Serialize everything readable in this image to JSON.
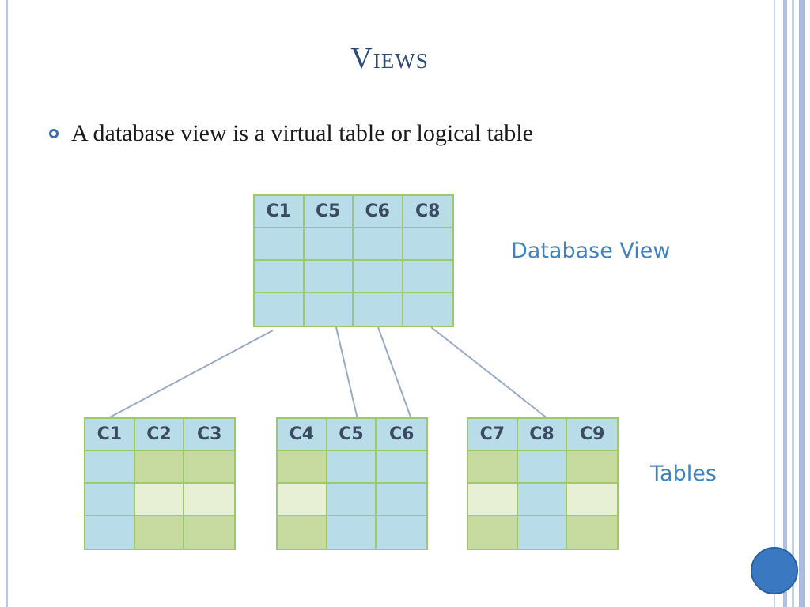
{
  "slide": {
    "title": "Views",
    "bullet": "A database view is a virtual table or logical table"
  },
  "diagram": {
    "view_label": "Database View",
    "tables_label": "Tables",
    "view": {
      "headers": [
        "C1",
        "C5",
        "C6",
        "C8"
      ],
      "body_rows": 3,
      "colors": [
        [
          "blue",
          "blue",
          "blue",
          "blue"
        ],
        [
          "blue",
          "blue",
          "blue",
          "blue"
        ],
        [
          "blue",
          "blue",
          "blue",
          "blue"
        ]
      ]
    },
    "tables": [
      {
        "headers": [
          "C1",
          "C2",
          "C3"
        ],
        "colors": [
          [
            "blue",
            "green",
            "green"
          ],
          [
            "blue",
            "pale",
            "pale"
          ],
          [
            "blue",
            "green",
            "green"
          ]
        ]
      },
      {
        "headers": [
          "C4",
          "C5",
          "C6"
        ],
        "colors": [
          [
            "green",
            "blue",
            "blue"
          ],
          [
            "pale",
            "blue",
            "blue"
          ],
          [
            "green",
            "blue",
            "blue"
          ]
        ]
      },
      {
        "headers": [
          "C7",
          "C8",
          "C9"
        ],
        "colors": [
          [
            "green",
            "blue",
            "green"
          ],
          [
            "pale",
            "blue",
            "pale"
          ],
          [
            "green",
            "blue",
            "green"
          ]
        ]
      }
    ]
  },
  "colors": {
    "title": "#2e4a78",
    "cell_blue": "#b8dde9",
    "cell_green": "#c7dba0",
    "cell_pale": "#e7efd5",
    "grid_border": "#9ec96a",
    "label_blue": "#3f82c0",
    "nav_button": "#3b78c2"
  }
}
